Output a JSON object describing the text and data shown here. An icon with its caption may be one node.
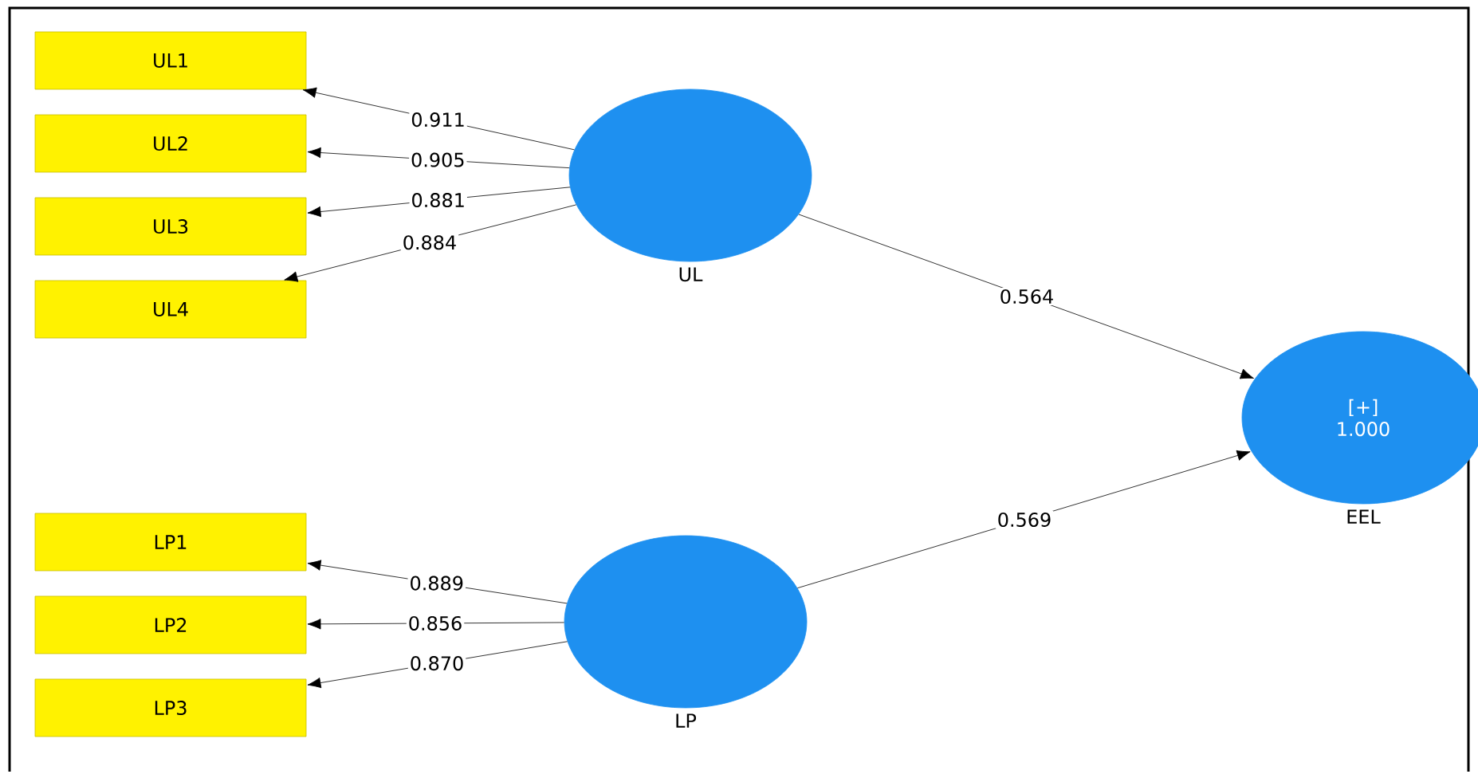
{
  "diagram": {
    "nodes": [
      {
        "text": [
          "UL1"
        ]
      },
      {
        "text": [
          "UL2"
        ]
      },
      {
        "text": [
          "UL3"
        ]
      },
      {
        "text": [
          "UL4"
        ]
      },
      {
        "text": [
          "UL"
        ]
      },
      {
        "text": [
          "[+]",
          "1.000",
          "EEL"
        ]
      },
      {
        "text": [
          "LP1"
        ]
      },
      {
        "text": [
          "LP2"
        ]
      },
      {
        "text": [
          "LP3"
        ]
      },
      {
        "text": [
          "LP"
        ]
      }
    ],
    "edges": [
      {
        "from": 4,
        "to": 0,
        "arrow": "to",
        "label": "0.911"
      },
      {
        "from": 4,
        "to": 1,
        "arrow": "to",
        "label": "0.905"
      },
      {
        "from": 4,
        "to": 2,
        "arrow": "to",
        "label": "0.881"
      },
      {
        "from": 4,
        "to": 3,
        "arrow": "to",
        "label": "0.884"
      },
      {
        "from": 4,
        "to": 5,
        "arrow": "to",
        "label": "0.564"
      },
      {
        "from": 9,
        "to": 5,
        "arrow": "to",
        "label": "0.569"
      },
      {
        "from": 9,
        "to": 6,
        "arrow": "to",
        "label": "0.889"
      },
      {
        "from": 9,
        "to": 7,
        "arrow": "to",
        "label": "0.856"
      },
      {
        "from": 9,
        "to": 8,
        "arrow": "to",
        "label": "0.870"
      }
    ]
  }
}
